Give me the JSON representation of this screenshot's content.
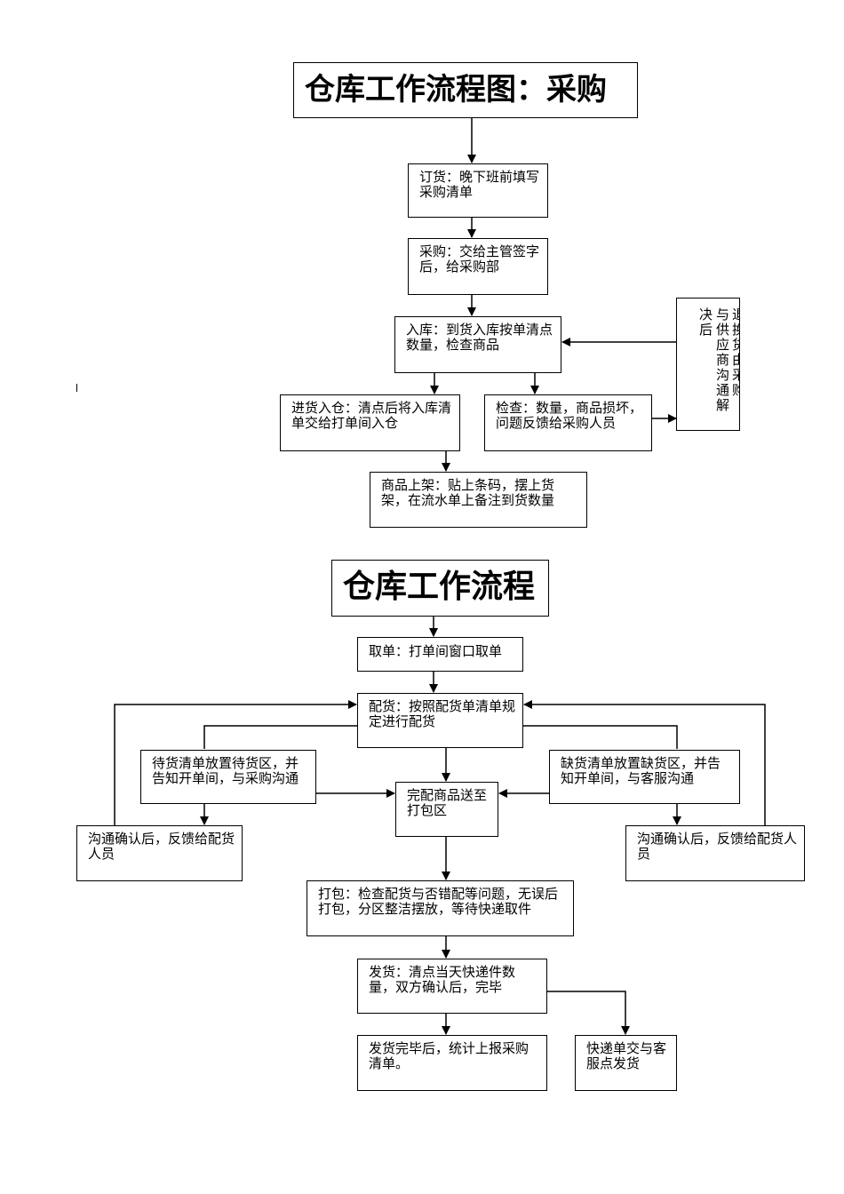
{
  "diagram1": {
    "title": "仓库工作流程图：采购",
    "order": "订货：晚下班前填写采购清单",
    "purchase": "采购：交给主管签字后，给采购部",
    "receive": "入库：到货入库按单清点数量，检查商品",
    "stock_in": "进货入仓：清点后将入库清单交给打单间入仓",
    "inspect": "检查：数量，商品损坏，问题反馈给采购人员",
    "shelve": "商品上架：贴上条码，摆上货架，在流水单上备注到货数量",
    "return_col1": "退换货：由采购",
    "return_col2": "与供应商沟通解",
    "return_col3": "决后"
  },
  "diagram2": {
    "title": "仓库工作流程",
    "take_order": "取单：打单间窗口取单",
    "picking": "配货：按照配货单清单规定进行配货",
    "pending": "待货清单放置待货区，并告知开单间，与采购沟通",
    "shortage": "缺货清单放置缺货区，并告知开单间，与客服沟通",
    "complete": "完配商品送至打包区",
    "confirm_left": "沟通确认后，反馈给配货人员",
    "confirm_right": "沟通确认后，反馈给配货人员",
    "pack": "打包：检查配货与否错配等问题，无误后打包，分区整洁摆放，等待快递取件",
    "ship": "发货：清点当天快递件数量，双方确认后，完毕",
    "report": "发货完毕后，统计上报采购清单。",
    "courier": "快递单交与客服点发货"
  }
}
